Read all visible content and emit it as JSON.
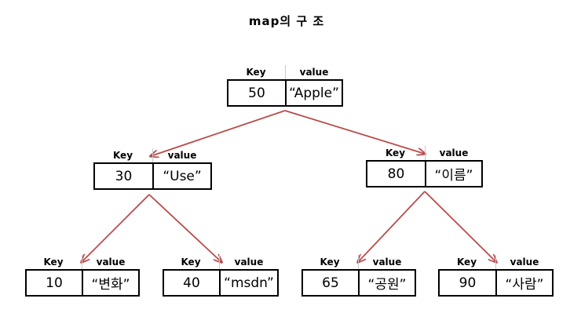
{
  "title": "map의 구 조",
  "header_key": "Key",
  "header_value": "value",
  "arrow_color": "#b94b4b",
  "nodes": {
    "n50": {
      "key": "50",
      "value": "“Apple”"
    },
    "n30": {
      "key": "30",
      "value": "“Use”"
    },
    "n80": {
      "key": "80",
      "value": "“이름”"
    },
    "n10": {
      "key": "10",
      "value": "“변화”"
    },
    "n40": {
      "key": "40",
      "value": "“msdn”"
    },
    "n65": {
      "key": "65",
      "value": "“공원”"
    },
    "n90": {
      "key": "90",
      "value": "“사람”"
    }
  }
}
